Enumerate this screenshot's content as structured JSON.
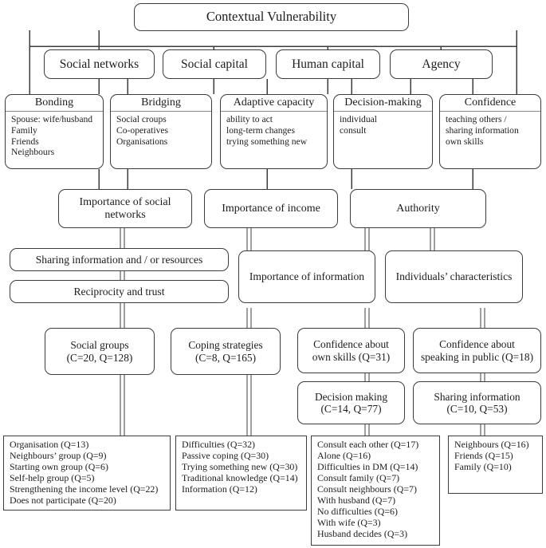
{
  "diagram": {
    "title": "Contextual Vulnerability",
    "type": "hierarchical-flow-chart"
  },
  "level1": {
    "root": "Contextual Vulnerability"
  },
  "level2": [
    {
      "label": "Social networks"
    },
    {
      "label": "Social capital"
    },
    {
      "label": "Human capital"
    },
    {
      "label": "Agency"
    }
  ],
  "level3": [
    {
      "header": "Bonding",
      "items": [
        "Spouse: wife/husband",
        "Family",
        "Friends",
        "Neighbours"
      ]
    },
    {
      "header": "Bridging",
      "items": [
        "Social croups",
        "Co-operatives",
        "Organisations"
      ]
    },
    {
      "header": "Adaptive capacity",
      "items": [
        "ability to act",
        "long-term changes",
        "trying something new"
      ]
    },
    {
      "header": "Decision-making",
      "items": [
        "individual",
        "consult"
      ]
    },
    {
      "header": "Confidence",
      "items": [
        "teaching others /",
        "sharing information",
        "own skills"
      ]
    }
  ],
  "level4": [
    {
      "label": "Importance of social networks"
    },
    {
      "label": "Importance of income"
    },
    {
      "label": "Authority"
    }
  ],
  "level5": [
    {
      "label": "Sharing information and / or resources"
    },
    {
      "label": "Reciprocity and trust"
    },
    {
      "label": "Importance of information"
    },
    {
      "label": "Individuals’ characteristics"
    }
  ],
  "level6": [
    {
      "line1": "Social groups",
      "line2": "(C=20, Q=128)"
    },
    {
      "line1": "Coping strategies",
      "line2": "(C=8, Q=165)"
    },
    {
      "line1": "Confidence about",
      "line2": "own skills (Q=31)"
    },
    {
      "line1": "Confidence about",
      "line2": "speaking in public (Q=18)"
    },
    {
      "line1": "Decision making",
      "line2": "(C=14, Q=77)"
    },
    {
      "line1": "Sharing information",
      "line2": "(C=10, Q=53)"
    }
  ],
  "level7": [
    {
      "name": "social-groups-detail",
      "items": [
        "Organisation (Q=13)",
        "Neighbours’ group (Q=9)",
        "Starting own group (Q=6)",
        "Self-help group (Q=5)",
        "Strengthening the income level (Q=22)",
        "Does not participate (Q=20)"
      ]
    },
    {
      "name": "coping-strategies-detail",
      "items": [
        "Difficulties (Q=32)",
        "Passive coping (Q=30)",
        "Trying something new (Q=30)",
        "Traditional knowledge (Q=14)",
        "Information (Q=12)"
      ]
    },
    {
      "name": "decision-making-detail",
      "items": [
        "Consult each other (Q=17)",
        "Alone (Q=16)",
        "Difficulties in DM (Q=14)",
        "Consult family (Q=7)",
        "Consult neighbours (Q=7)",
        "With husband (Q=7)",
        "No difficulties (Q=6)",
        "With wife (Q=3)",
        "Husband decides (Q=3)"
      ]
    },
    {
      "name": "sharing-information-detail",
      "items": [
        "Neighbours (Q=16)",
        "Friends (Q=15)",
        "Family (Q=10)"
      ]
    }
  ],
  "style": {
    "stroke": "#3c3c3c",
    "divider": "#8a8a8a",
    "background": "#ffffff",
    "text": "#1c1c1c"
  }
}
